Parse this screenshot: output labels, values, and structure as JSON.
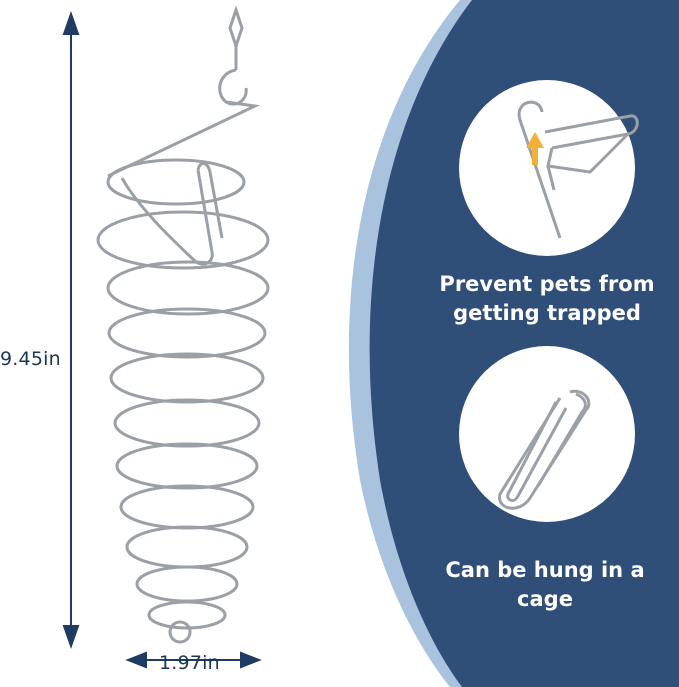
{
  "dimensions": {
    "height_label": "9.45in",
    "width_label": "1.97in"
  },
  "features": [
    {
      "caption": "Prevent pets from getting trapped"
    },
    {
      "caption": "Can be hung in a cage"
    }
  ],
  "colors": {
    "panel_navy": "#2f4e78",
    "panel_light": "#a9c2de",
    "arrow_navy": "#1f3b63",
    "metal": "#9aa0a6",
    "highlight": "#f2b134"
  }
}
